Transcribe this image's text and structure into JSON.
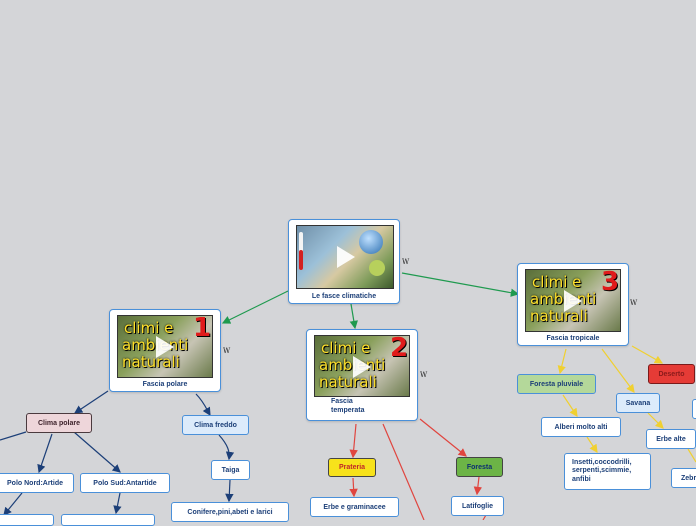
{
  "root": {
    "label": "Le fasce climatiche",
    "tag": "W"
  },
  "video_caption": {
    "line1": "climi e",
    "line2": "ambienti",
    "line3": "naturali"
  },
  "cards": {
    "polare": {
      "label": "Fascia polare",
      "number": "1",
      "tag": "W"
    },
    "temperata": {
      "label": "Fascia\ntemperata",
      "number": "2",
      "tag": "W"
    },
    "tropicale": {
      "label": "Fascia tropicale",
      "number": "3",
      "tag": "W"
    }
  },
  "nodes": {
    "clima_polare": "Clima polare",
    "polo_nord": "Polo Nord:Artide",
    "polo_sud": "Polo Sud:Antartide",
    "clima_freddo": "Clima freddo",
    "taiga": "Taiga",
    "conifere": "Conifere,pini,abeti e larici",
    "prateria": "Prateria",
    "erbe_graminacee": "Erbe e graminacee",
    "foresta": "Foresta",
    "latifoglie": "Latifoglie",
    "foresta_pluviale": "Foresta pluviale",
    "alberi_alti": "Alberi molto alti",
    "insetti": "Insetti,coccodrilli, serpenti,scimmie, anfibi",
    "savana": "Savana",
    "erbe_alte": "Erbe alte",
    "deserto": "Deserto",
    "zebre": "Zebre"
  },
  "colors": {
    "green_edge": "#1f9a4f",
    "blue_edge": "#1c3f78",
    "yellow_edge": "#f0d030",
    "red_edge": "#e0453f"
  }
}
